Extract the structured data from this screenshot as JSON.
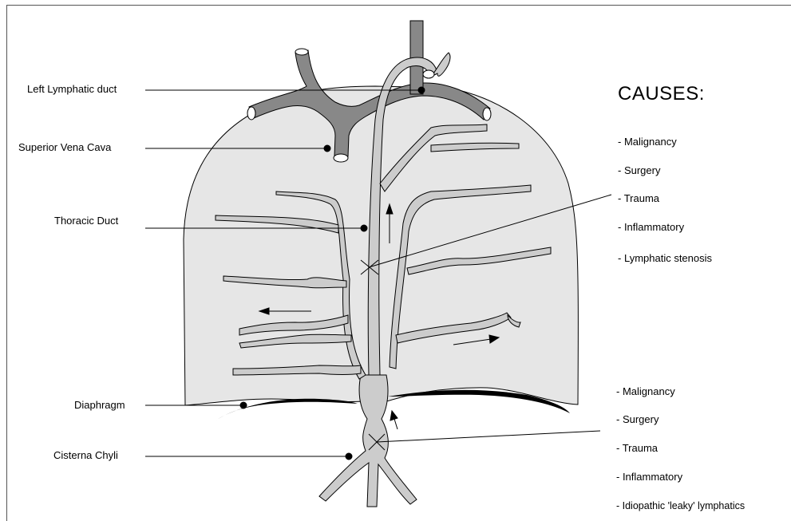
{
  "labels": {
    "left_lymphatic_duct": "Left Lymphatic duct",
    "superior_vena_cava": "Superior Vena Cava",
    "thoracic_duct": "Thoracic Duct",
    "diaphragm": "Diaphragm",
    "cisterna_chyli": "Cisterna Chyli"
  },
  "causes_heading": "CAUSES:",
  "causes_upper": [
    "- Malignancy",
    "- Surgery",
    "- Trauma",
    "- Inflammatory",
    "- Lymphatic stenosis"
  ],
  "causes_lower": [
    "- Malignancy",
    "- Surgery",
    "- Trauma",
    "- Inflammatory",
    "- Idiopathic 'leaky' lymphatics"
  ],
  "colors": {
    "lung_fill": "#e6e6e6",
    "vessel_fill": "#cccccc",
    "vessel_dark": "#888888",
    "stroke": "#000000"
  }
}
